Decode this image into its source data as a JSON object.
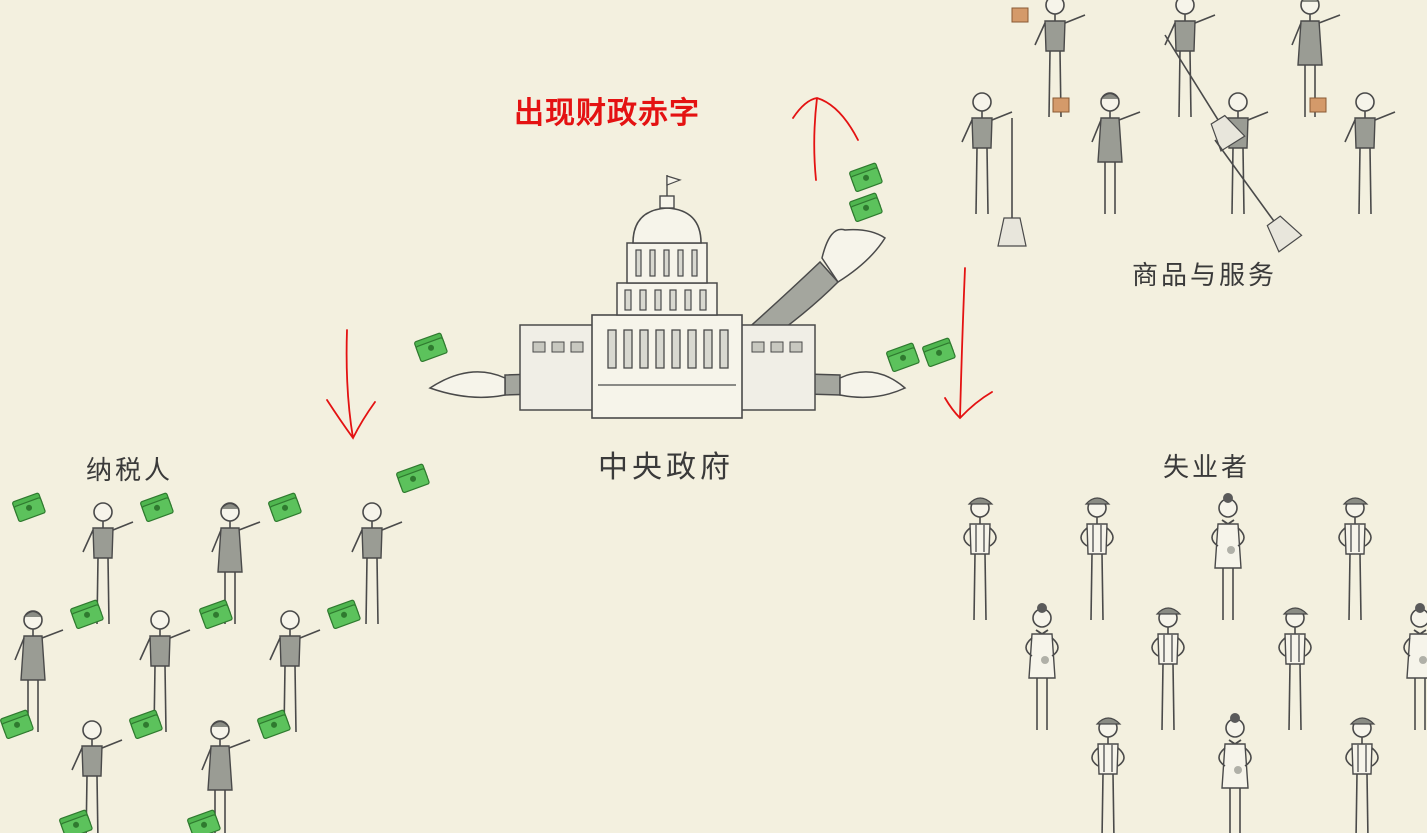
{
  "labels": {
    "deficit": "出现财政赤字",
    "government": "中央政府",
    "taxpayers": "纳税人",
    "goods_services": "商品与服务",
    "unemployed": "失业者"
  },
  "colors": {
    "background": "#f3f0df",
    "annotation_red": "#e41212",
    "money_green": "#4fb64f",
    "ink": "#4a4a4a",
    "vest_gray": "#9a9c94"
  }
}
